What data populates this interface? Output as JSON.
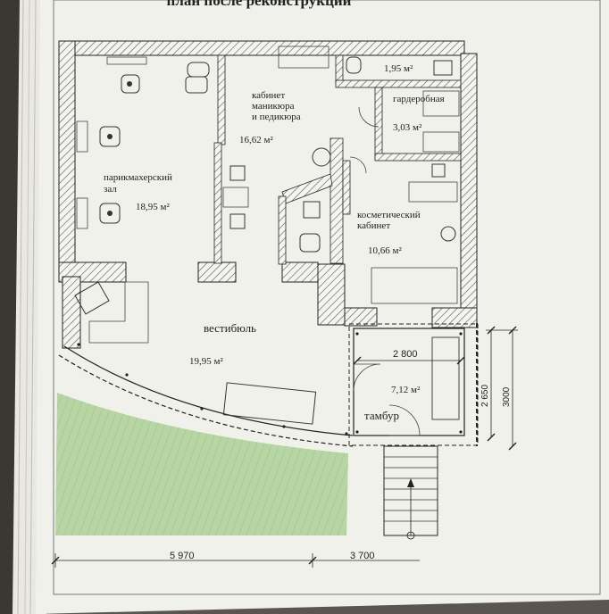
{
  "header": {
    "title": "план после реконструкции"
  },
  "rooms": [
    {
      "id": "salon",
      "name_lines": [
        "парикмахерский",
        "зал"
      ],
      "area": "18,95 м²"
    },
    {
      "id": "manicure",
      "name_lines": [
        "кабинет",
        "маникюра",
        "и педикюра"
      ],
      "area": "16,62 м²"
    },
    {
      "id": "wc",
      "name_lines": [],
      "area": "1,95 м²"
    },
    {
      "id": "wardrobe",
      "name_lines": [
        "гардеробная"
      ],
      "area": "3,03 м²"
    },
    {
      "id": "cosmetic",
      "name_lines": [
        "косметический",
        "кабинет"
      ],
      "area": "10,66 м²"
    },
    {
      "id": "vestibule",
      "name_lines": [
        "вестибюль"
      ],
      "area": "19,95 м²"
    },
    {
      "id": "tambour",
      "name_lines": [
        "тамбур"
      ],
      "area": "7,12 м²"
    }
  ],
  "dimensions": {
    "bottom_left": "5 970",
    "bottom_right": "3 700",
    "tambour_width": "2 800",
    "tambour_depth": "2 650",
    "overall_depth": "3000"
  },
  "colors": {
    "paper": "#f1f1ec",
    "wall_hatch": "#555555",
    "lawn": "#b7d6a4",
    "background": "#5a5550"
  }
}
